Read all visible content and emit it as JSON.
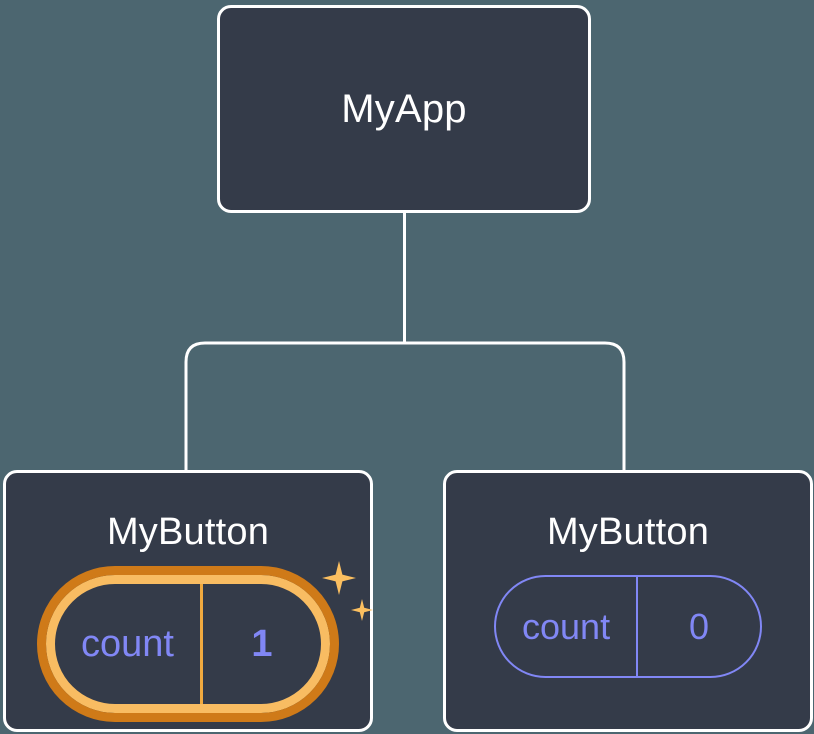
{
  "diagram": {
    "title": "component-tree",
    "background_color": "#4c6670",
    "node_fill_color": "#343b49",
    "node_border_color": "#ffffff",
    "connector_color": "#ffffff",
    "accent_purple": "#8187f5",
    "accent_orange_inner": "#f8bc62",
    "accent_orange_outer": "#cf7a18",
    "sparkle_color": "#fbbf60"
  },
  "root": {
    "label": "MyApp"
  },
  "children": [
    {
      "label": "MyButton",
      "state": {
        "name": "count",
        "value": "1",
        "highlighted": true
      },
      "sparkles": [
        "sparkle-large",
        "sparkle-small"
      ]
    },
    {
      "label": "MyButton",
      "state": {
        "name": "count",
        "value": "0",
        "highlighted": false
      },
      "sparkles": []
    }
  ]
}
